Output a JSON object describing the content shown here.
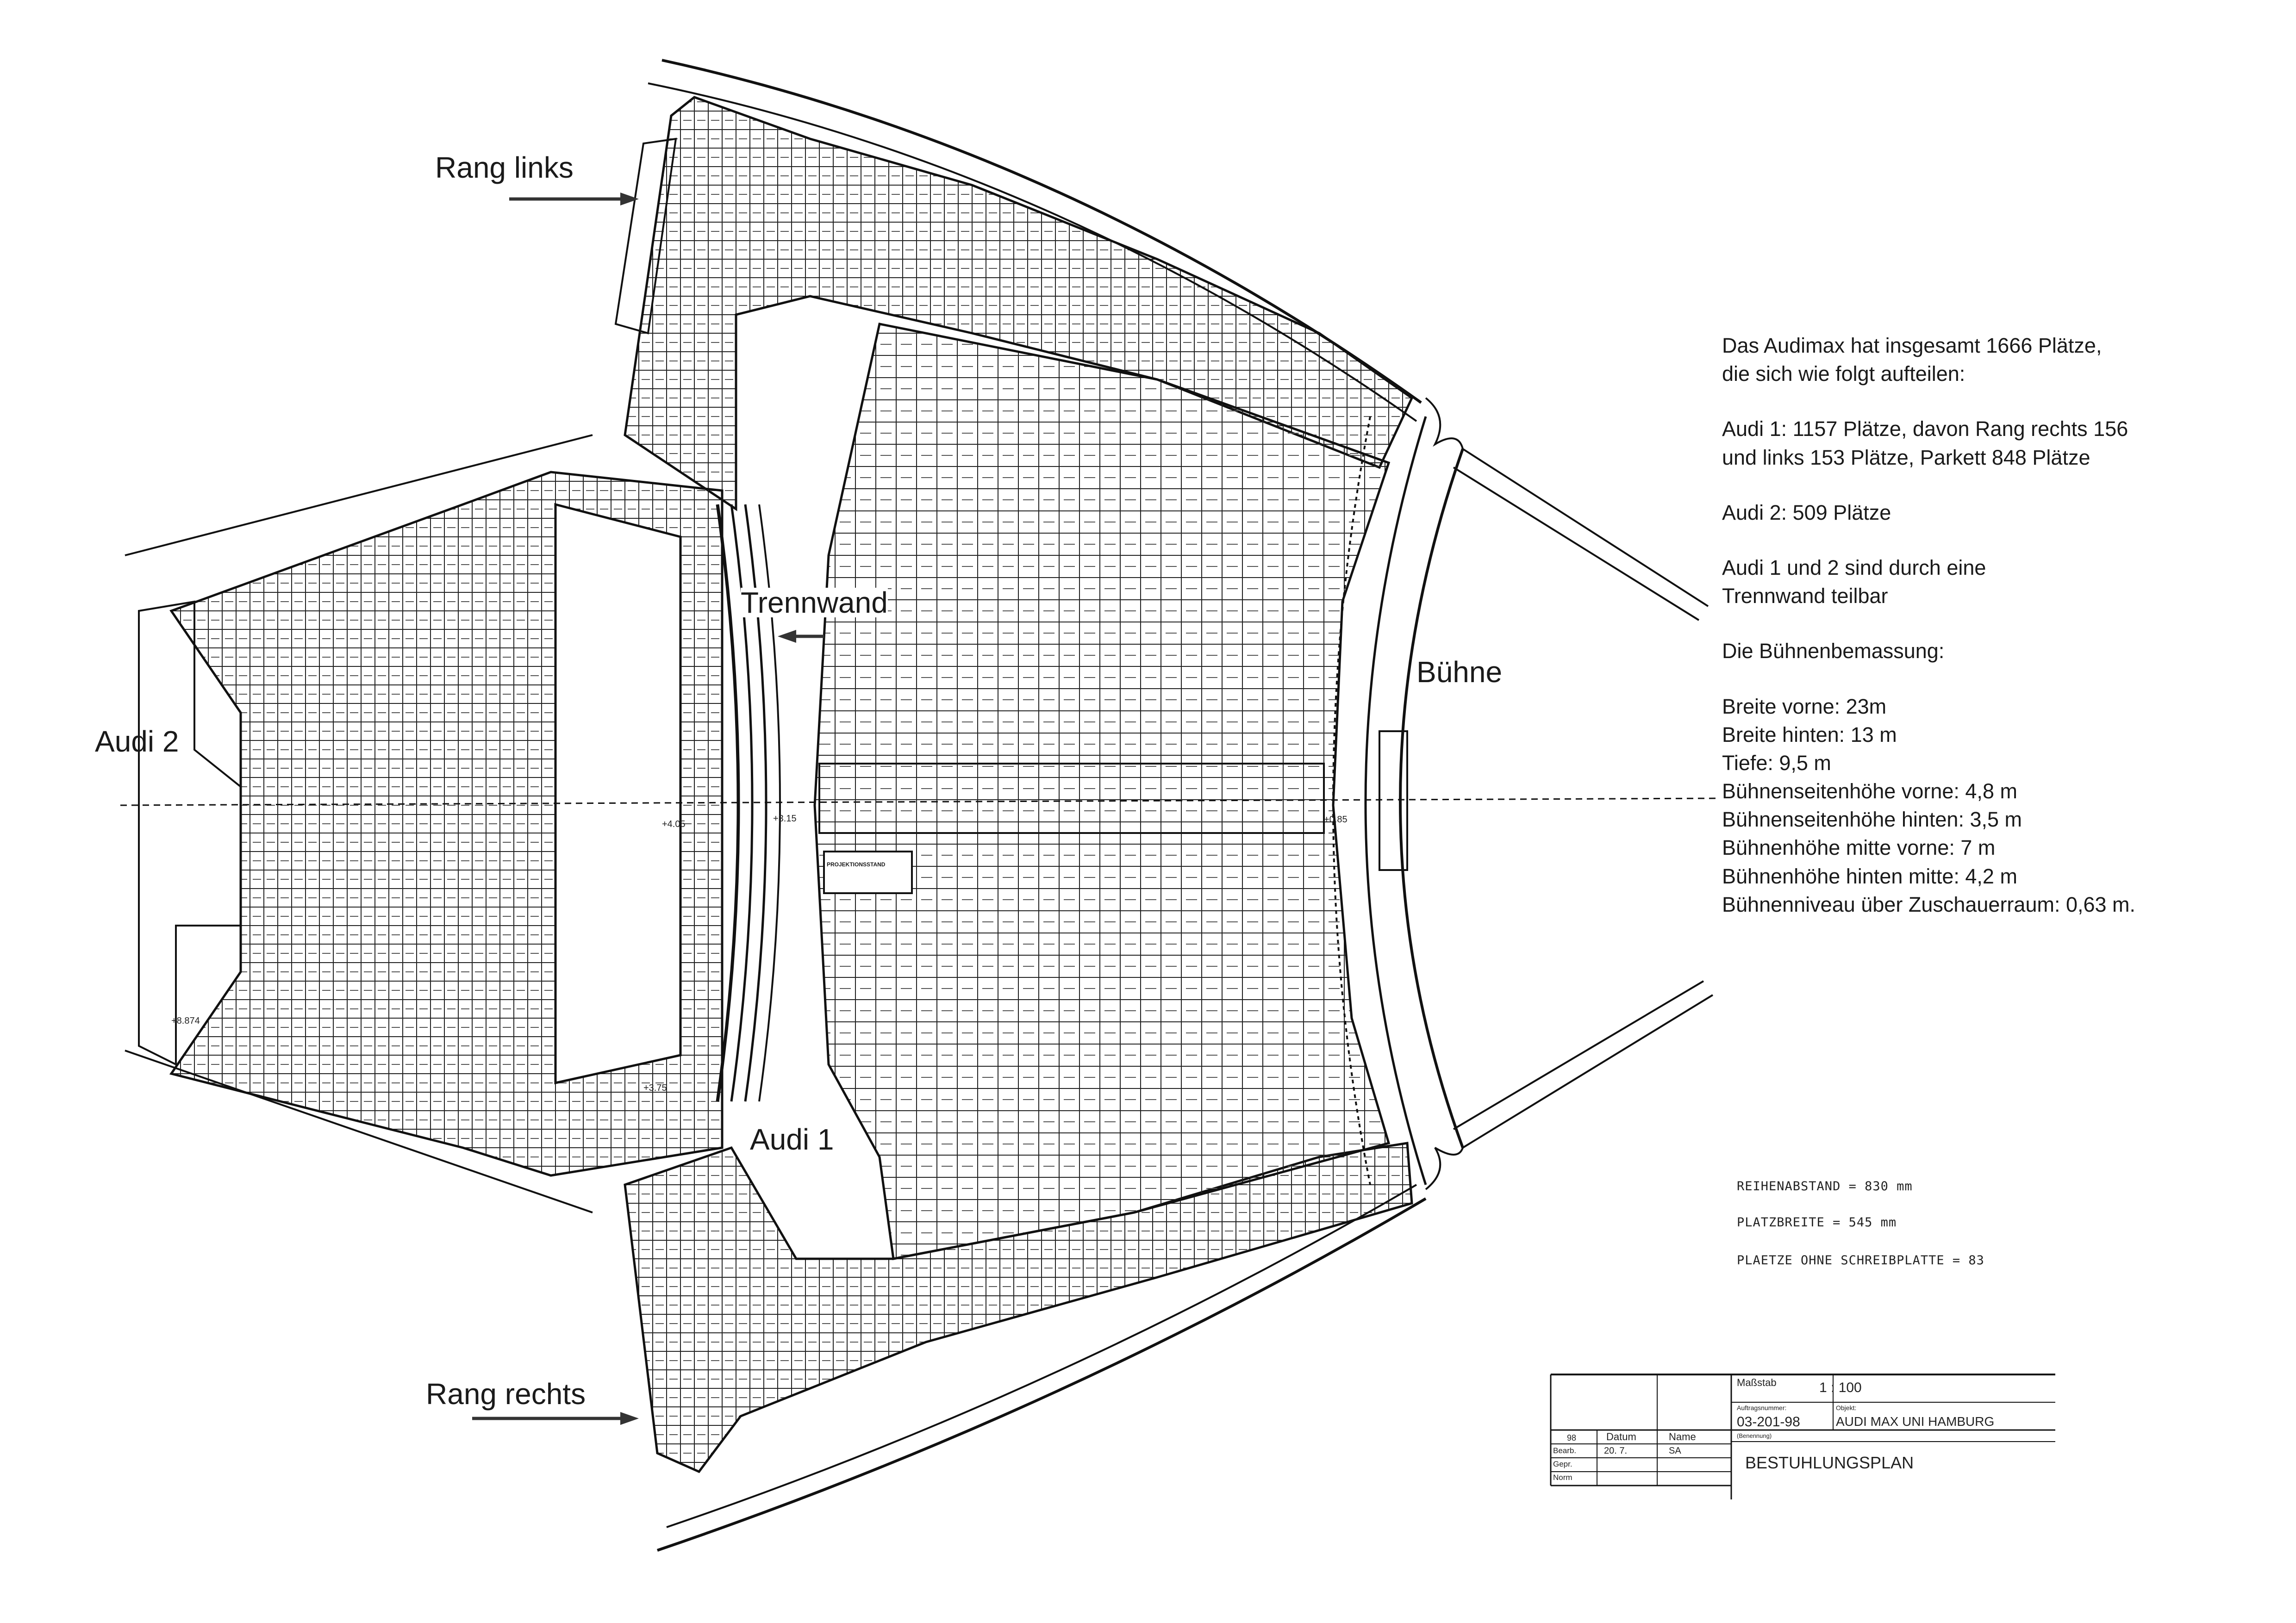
{
  "labels": {
    "rang_links": "Rang links",
    "rang_rechts": "Rang rechts",
    "audi_2": "Audi 2",
    "audi_1": "Audi 1",
    "trennwand": "Trennwand",
    "buehne": "Bühne",
    "projektionsstand": "PROJEKTIONSSTAND"
  },
  "elevations": {
    "e1": "+4.05",
    "e2": "+3.15",
    "e3": "+3.75",
    "e4": "+8.874",
    "e5": "+0.85"
  },
  "info": {
    "intro_1": "Das Audimax hat insgesamt 1666 Plätze,",
    "intro_2": "die sich wie folgt aufteilen:",
    "audi1_1": "Audi 1: 1157 Plätze, davon Rang rechts 156",
    "audi1_2": "und links 153 Plätze, Parkett 848 Plätze",
    "audi2": "Audi 2: 509 Plätze",
    "trenn_1": "Audi 1 und 2 sind durch eine",
    "trenn_2": "Trennwand teilbar",
    "dims_title": "Die Bühnenbemassung:",
    "breite_vorne": "Breite vorne: 23m",
    "breite_hinten": "Breite hinten: 13 m",
    "tiefe": "Tiefe: 9,5 m",
    "seiten_vorne": "Bühnenseitenhöhe vorne: 4,8 m",
    "seiten_hinten": "Bühnenseitenhöhe hinten: 3,5 m",
    "mitte_vorne": "Bühnenhöhe mitte vorne: 7 m",
    "mitte_hinten": "Bühnenhöhe hinten mitte: 4,2 m",
    "niveau": "Bühnenniveau über Zuschauerraum: 0,63 m."
  },
  "specs": {
    "reihenabstand": "REIHENABSTAND = 830 mm",
    "platzbreite": "PLATZBREITE = 545 mm",
    "plaetze": "PLAETZE OHNE SCHREIBPLATTE = 83"
  },
  "title_block": {
    "massstab_label": "Maßstab",
    "massstab_value": "1 : 100",
    "auftrag_label": "Auftragsnummer:",
    "auftrag_value": "03-201-98",
    "objekt_label": "Objekt:",
    "objekt_value": "AUDI MAX UNI HAMBURG",
    "benennung_label": "(Benennung)",
    "benennung_value": "BESTUHLUNGSPLAN",
    "year": "98",
    "datum": "Datum",
    "name": "Name",
    "bearb": "Bearb.",
    "gepr": "Gepr.",
    "norm": "Norm",
    "bearb_datum": "20. 7.",
    "bearb_name": "SA"
  },
  "colors": {
    "ink": "#1a1a1a",
    "paper": "#ffffff"
  }
}
